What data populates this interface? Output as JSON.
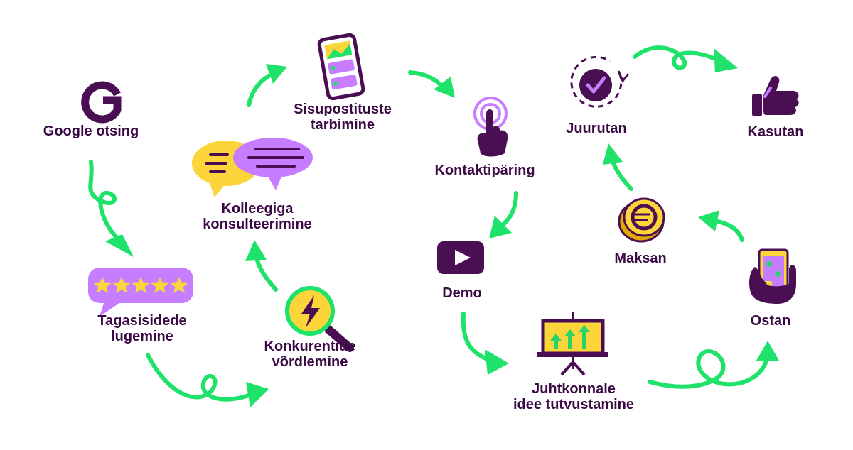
{
  "colors": {
    "primary": "#4a0f53",
    "accent_purple": "#c77dff",
    "accent_yellow": "#fcd53a",
    "arrow_green": "#1fe26a",
    "label": "#3b0a45",
    "screen_green": "#2ad36a"
  },
  "steps": [
    {
      "id": "google",
      "icon": "google-g-icon",
      "lines": [
        "Google otsing"
      ]
    },
    {
      "id": "reviews",
      "icon": "star-rating-bubble-icon",
      "lines": [
        "Tagasisidede",
        "lugemine"
      ]
    },
    {
      "id": "compare",
      "icon": "lightning-magnifier-icon",
      "lines": [
        "Konkurentide",
        "võrdlemine"
      ]
    },
    {
      "id": "consult",
      "icon": "speech-bubbles-icon",
      "lines": [
        "Kolleegiga",
        "konsulteerimine"
      ]
    },
    {
      "id": "content",
      "icon": "phone-content-icon",
      "lines": [
        "Sisupostituste",
        "tarbimine"
      ]
    },
    {
      "id": "contact",
      "icon": "tap-finger-icon",
      "lines": [
        "Kontaktipäring"
      ]
    },
    {
      "id": "demo",
      "icon": "video-play-icon",
      "lines": [
        "Demo"
      ]
    },
    {
      "id": "present",
      "icon": "presentation-board-icon",
      "lines": [
        "Juhtkonnale",
        "idee tutvustamine"
      ]
    },
    {
      "id": "buy",
      "icon": "phone-in-hand-icon",
      "lines": [
        "Ostan"
      ]
    },
    {
      "id": "pay",
      "icon": "euro-coin-icon",
      "lines": [
        "Maksan"
      ]
    },
    {
      "id": "implement",
      "icon": "check-cycle-icon",
      "lines": [
        "Juurutan"
      ]
    },
    {
      "id": "use",
      "icon": "thumbs-up-icon",
      "lines": [
        "Kasutan"
      ]
    }
  ]
}
